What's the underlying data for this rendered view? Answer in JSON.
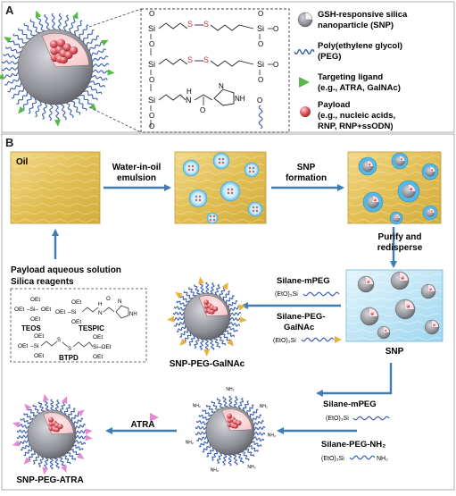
{
  "panel_a": {
    "label": "A",
    "formula": {
      "si": "Si",
      "o": "O",
      "s": "S",
      "h": "H",
      "n": "N",
      "nh": "NH"
    },
    "legend": [
      {
        "icon": "snp-icon",
        "line1": "GSH-responsive silica",
        "line2": "nanoparticle (SNP)"
      },
      {
        "icon": "peg-icon",
        "line1": "Poly(ethylene glycol)",
        "line2": "(PEG)"
      },
      {
        "icon": "ligand-icon",
        "line1": "Targeting ligand",
        "line2": "(e.g., ATRA, GalNAc)"
      },
      {
        "icon": "payload-icon",
        "line1": "Payload",
        "line2": "(e.g., nucleic acids,",
        "line3": "RNP, RNP+ssODN)"
      }
    ]
  },
  "panel_b": {
    "label": "B",
    "oil_label": "Oil",
    "step_emulsion": {
      "line1": "Water-in-oil",
      "line2": "emulsion"
    },
    "step_snp": {
      "line1": "SNP",
      "line2": "formation"
    },
    "step_purify": {
      "line1": "Purify and",
      "line2": "redisperse"
    },
    "snp_label": "SNP",
    "payload_title": {
      "line1": "Payload aqueous solution",
      "line2": "Silica reagents"
    },
    "reagents": {
      "teos": "TEOS",
      "tespic": "TESPIC",
      "btpd": "BTPD",
      "oet": "OEt",
      "si": "Si",
      "s": "S",
      "h": "H",
      "n": "N",
      "nh": "NH"
    },
    "silane_mpeg_1": "Silane-mPEG",
    "eto_si": "(EtO)₃Si",
    "silane_peg_galnac": {
      "line1": "Silane-PEG-",
      "line2": "GalNAc"
    },
    "snp_peg_galnac": "SNP-PEG-GalNAc",
    "silane_mpeg_2": "Silane-mPEG",
    "silane_peg_nh2": "Silane-PEG-NH₂",
    "nh2": "NH₂",
    "atra": "ATRA",
    "snp_peg_atra": "SNP-PEG-ATRA"
  },
  "colors": {
    "arrow": "#3e7cb1",
    "oil": "#e6c76a",
    "water": "#bfe3f3",
    "peg": "#3a5fb0",
    "ligand_green": "#57b947",
    "ligand_pink": "#e48ad0",
    "ligand_orange": "#e8b23a",
    "payload": "#d9585f",
    "shell": "#8d8d95"
  }
}
